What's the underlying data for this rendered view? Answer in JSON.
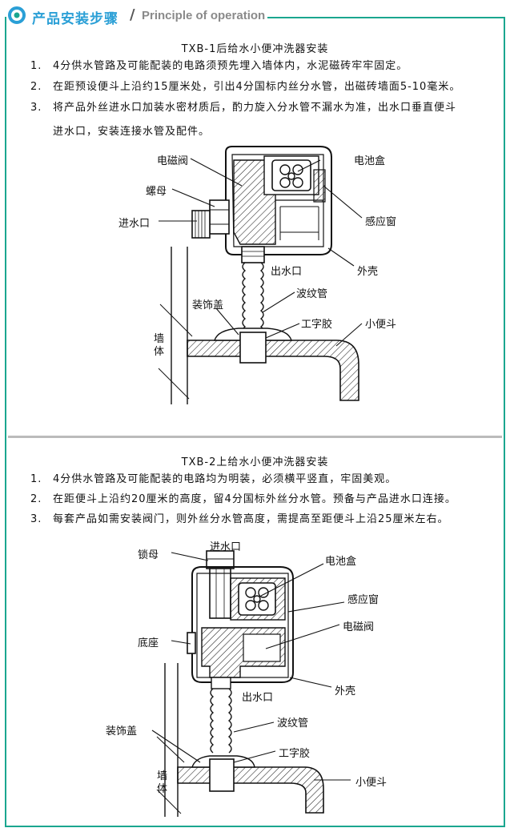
{
  "header": {
    "title": "产品安装步骤",
    "separator": "/",
    "subtitle": "Principle of operation"
  },
  "section1": {
    "title": "TXB-1后给水小便冲洗器安装",
    "steps": [
      {
        "num": "1.",
        "text": "4分供水管路及可能配装的电路须预先埋入墙体内，水泥磁砖牢牢固定。"
      },
      {
        "num": "2.",
        "text": "在距预设便斗上沿约15厘米处，引出4分国标内丝分水管，出磁砖墙面5-10毫米。"
      },
      {
        "num": "3.",
        "text": "将产品外丝进水口加装水密材质后，酌力旋入分水管不漏水为准，出水口垂直便斗"
      }
    ],
    "step3_cont": "进水口，安装连接水管及配件。",
    "labels": {
      "solenoid": "电磁阀",
      "battery": "电池盒",
      "nut": "螺母",
      "inlet": "进水口",
      "sensor": "感应窗",
      "outlet": "出水口",
      "shell": "外壳",
      "bellows": "波纹管",
      "cover": "装饰盖",
      "gasket": "工字胶",
      "urinal": "小便斗",
      "wall1": "墙",
      "wall2": "体"
    }
  },
  "section2": {
    "title": "TXB-2上给水小便冲洗器安装",
    "steps": [
      {
        "num": "1.",
        "text": "4分供水管路及可能配装的电路均为明装，必须横平竖直，牢固美观。"
      },
      {
        "num": "2.",
        "text": "在距便斗上沿约20厘米的高度，留4分国标外丝分水管。预备与产品进水口连接。"
      },
      {
        "num": "3.",
        "text": "每套产品如需安装阀门，则外丝分水管高度，需提高至距便斗上沿25厘米左右。"
      }
    ],
    "labels": {
      "lock_nut": "锁母",
      "inlet": "进水口",
      "battery": "电池盒",
      "sensor": "感应窗",
      "base": "底座",
      "solenoid": "电磁阀",
      "outlet": "出水口",
      "shell": "外壳",
      "bellows": "波纹管",
      "cover": "装饰盖",
      "gasket": "工字胶",
      "urinal": "小便斗",
      "wall1": "墙",
      "wall2": "体"
    }
  },
  "colors": {
    "accent": "#1aa68f",
    "title_blue": "#2a9fd6"
  }
}
